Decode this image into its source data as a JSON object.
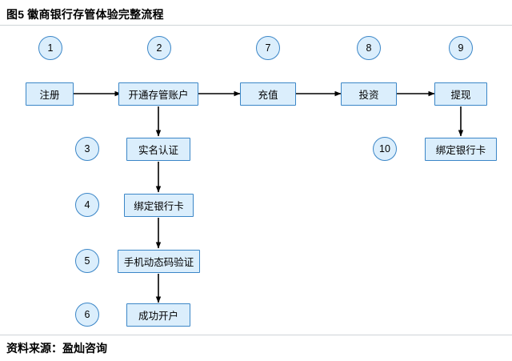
{
  "figure": {
    "title": "图5 徽商银行存管体验完整流程",
    "source": "资料来源：盈灿咨询"
  },
  "palette": {
    "node_fill": "#dbeefc",
    "node_border": "#3b86c7",
    "arrow": "#000000",
    "rule": "#cfd4d8",
    "text": "#000000"
  },
  "steps": [
    {
      "number": "1",
      "label": "注册"
    },
    {
      "number": "2",
      "label": "开通存管账户"
    },
    {
      "number": "3",
      "label": "实名认证"
    },
    {
      "number": "4",
      "label": "绑定银行卡"
    },
    {
      "number": "5",
      "label": "手机动态码验证"
    },
    {
      "number": "6",
      "label": "成功开户"
    },
    {
      "number": "7",
      "label": "充值"
    },
    {
      "number": "8",
      "label": "投资"
    },
    {
      "number": "9",
      "label": "提现"
    },
    {
      "number": "10",
      "label": "绑定银行卡"
    }
  ]
}
